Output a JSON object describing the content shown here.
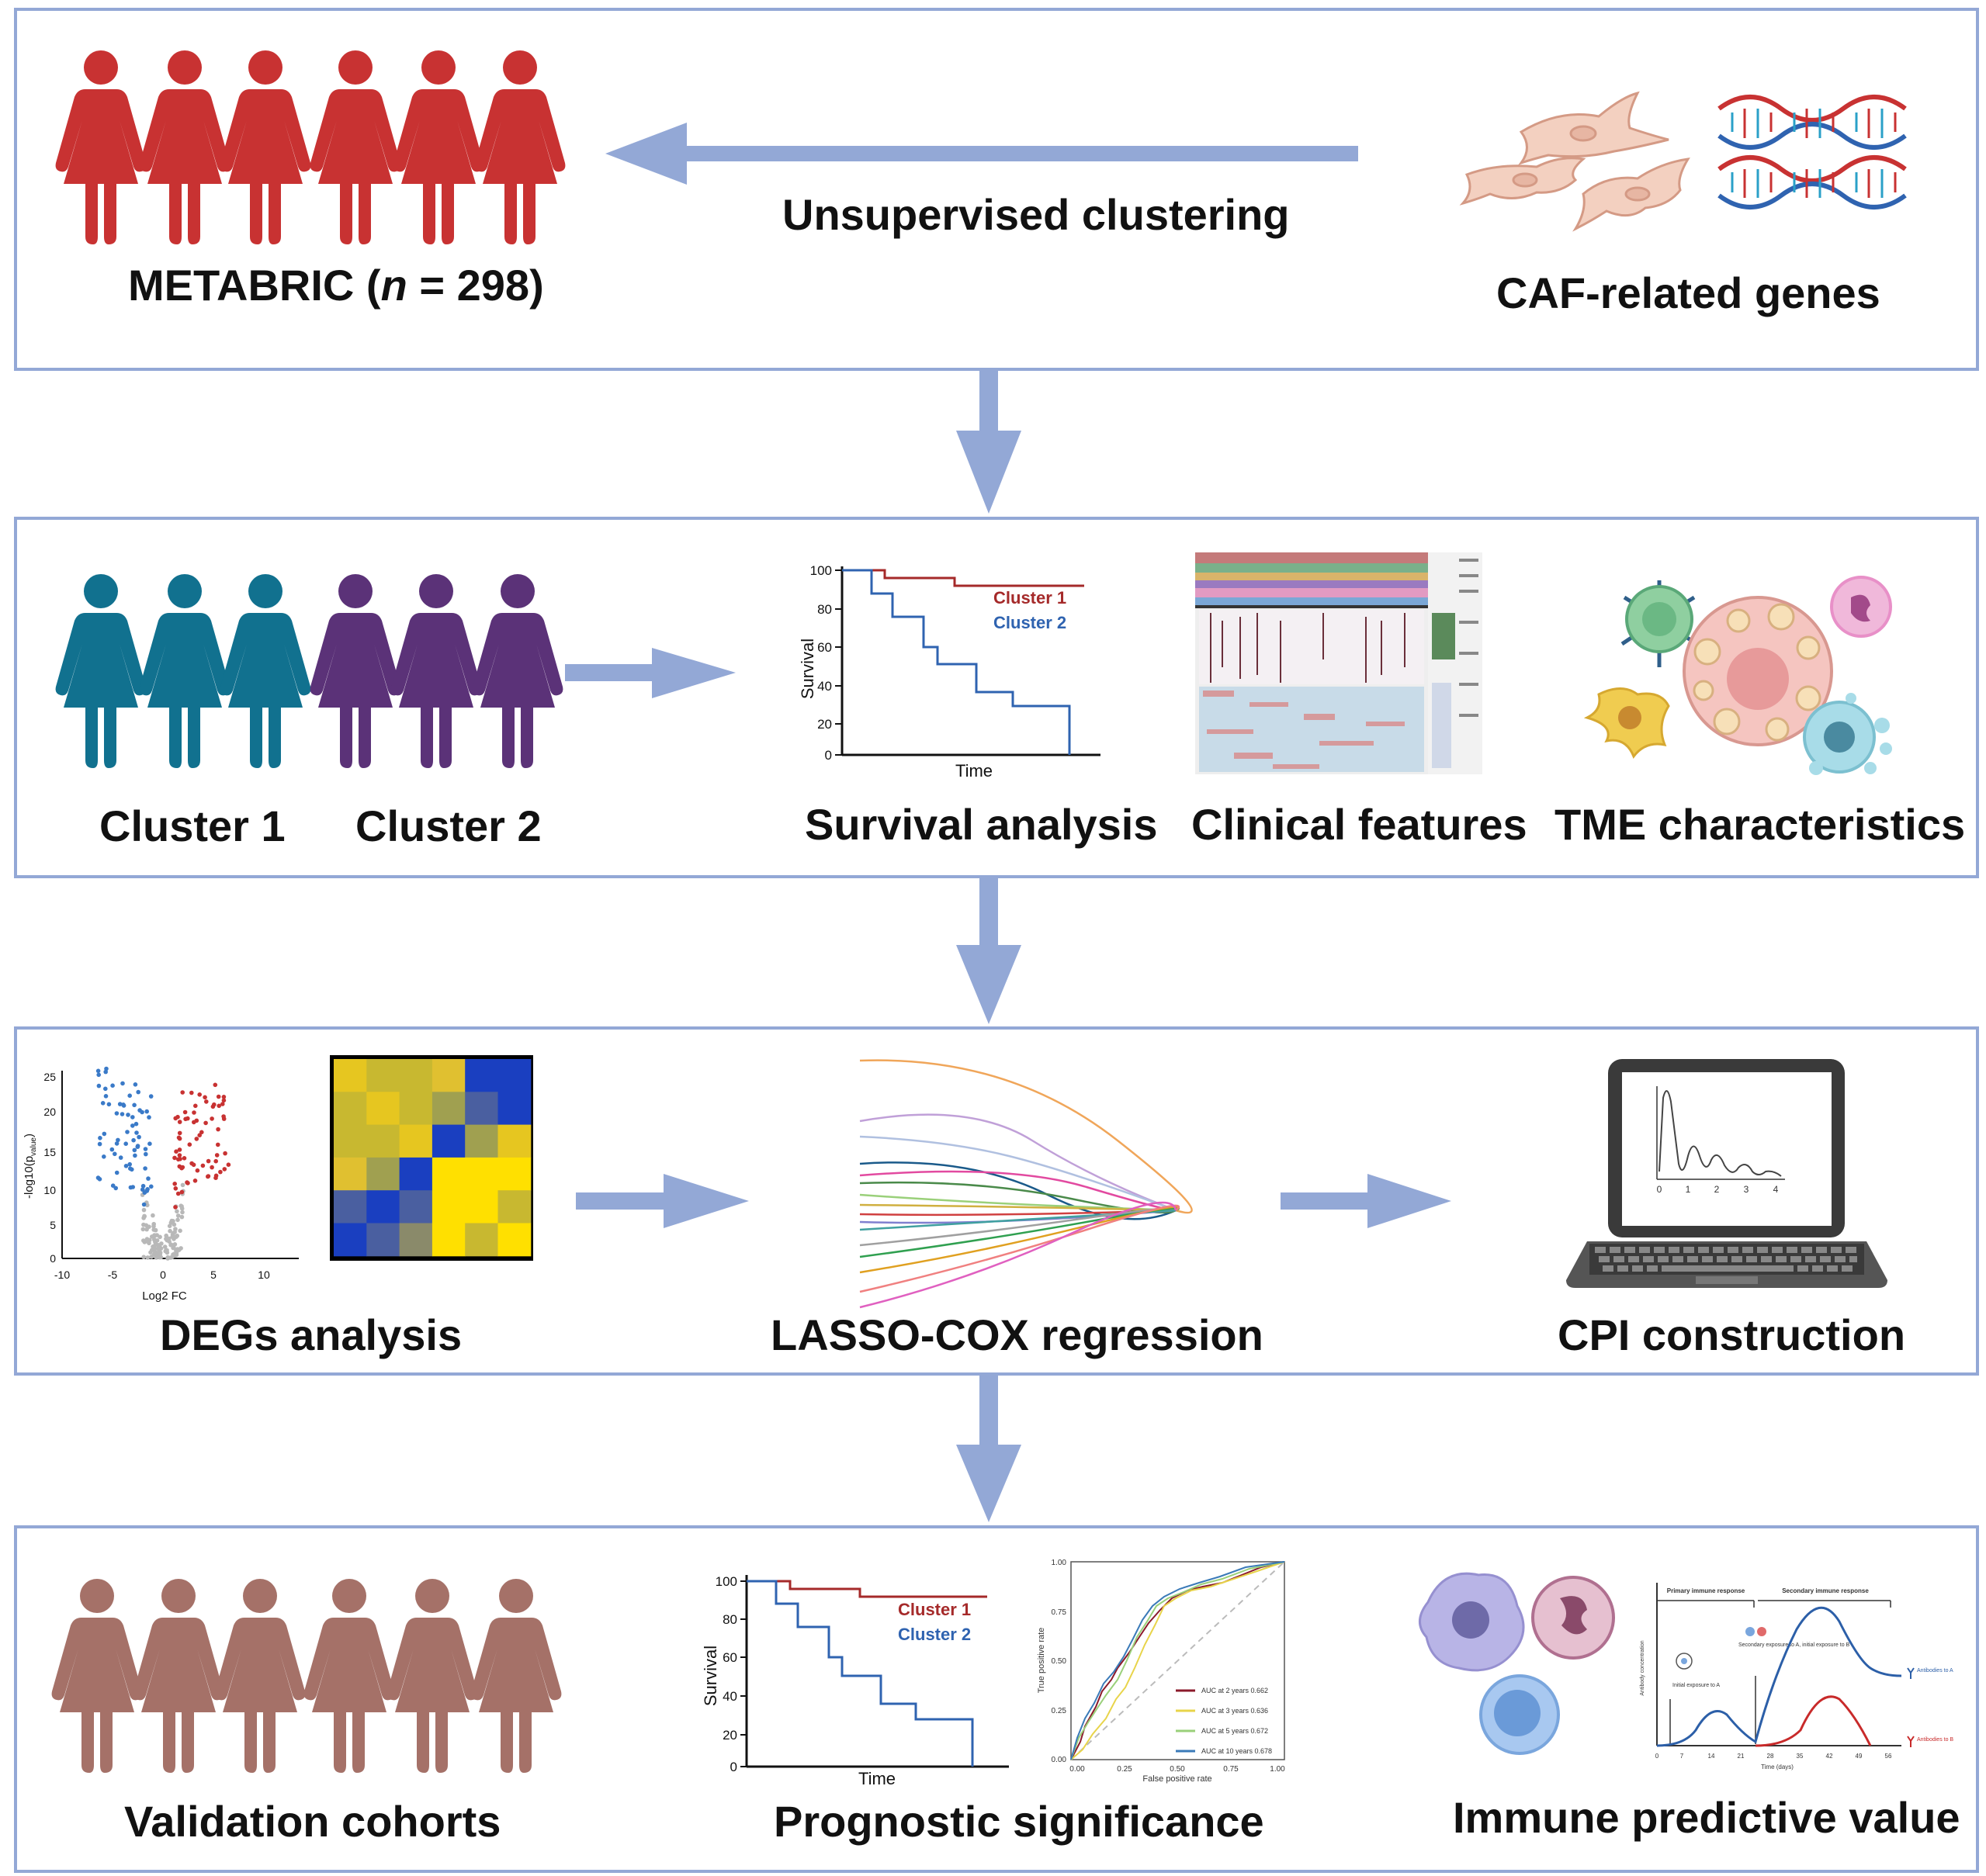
{
  "panel1": {
    "cohort_label_prefix": "METABRIC (",
    "cohort_label_n": "n",
    "cohort_label_suffix": " = 298)",
    "arrow_label": "Unsupervised clustering",
    "genes_label": "CAF-related genes",
    "person_color": "#c83232"
  },
  "panel2": {
    "cluster1_label": "Cluster 1",
    "cluster2_label": "Cluster 2",
    "cluster1_color": "#11718f",
    "cluster2_color": "#5b3278",
    "survival_label": "Survival analysis",
    "clinical_label": "Clinical features",
    "tme_label": "TME characteristics",
    "km": {
      "ylabel": "Survival",
      "xlabel": "Time",
      "yticks": [
        "0",
        "20",
        "40",
        "60",
        "80",
        "100"
      ],
      "legend": [
        "Cluster 1",
        "Cluster 2"
      ],
      "colors": [
        "#a52a2a",
        "#2f63b0"
      ]
    }
  },
  "panel3": {
    "degs_label": "DEGs analysis",
    "lasso_label": "LASSO-COX regression",
    "cpi_label": "CPI construction",
    "volcano": {
      "ylabel": "-log10(p",
      "ylabel_sub": "value",
      "ylabel_end": ")",
      "xlabel": "Log2 FC",
      "xticks": [
        "-10",
        "-5",
        "0",
        "5",
        "10"
      ],
      "yticks": [
        "0",
        "5",
        "10",
        "15",
        "20",
        "25"
      ]
    },
    "laptop_ticks": [
      "0",
      "1",
      "2",
      "3",
      "4"
    ]
  },
  "panel4": {
    "validation_label": "Validation cohorts",
    "prognostic_label": "Prognostic significance",
    "immune_label": "Immune predictive value",
    "person_color": "#a57168",
    "km": {
      "ylabel": "Survival",
      "xlabel": "Time",
      "yticks": [
        "0",
        "20",
        "40",
        "60",
        "80",
        "100"
      ],
      "legend": [
        "Cluster 1",
        "Cluster 2"
      ]
    },
    "roc": {
      "ylabel": "True positive rate",
      "xlabel": "False positive rate",
      "ticks": [
        "0.00",
        "0.25",
        "0.50",
        "0.75",
        "1.00"
      ],
      "legend": [
        "AUC at 2 years 0.662",
        "AUC at 3 years 0.636",
        "AUC at 5 years 0.672",
        "AUC at 10 years 0.678"
      ],
      "colors": [
        "#8b1a2b",
        "#e8d44a",
        "#9ad07a",
        "#3a7ab8"
      ]
    },
    "antibody": {
      "primary": "Primary immune response",
      "secondary": "Secondary immune response",
      "initial": "Initial exposure to A",
      "second_exp": "Secondary exposure to A, initial exposure to B",
      "ylabel": "Antibody concentration",
      "xlabel": "Time (days)",
      "xticks": [
        "0",
        "7",
        "14",
        "21",
        "28",
        "35",
        "42",
        "49",
        "56"
      ],
      "ab_a": "Antibodies to A",
      "ab_b": "Antibodies to B"
    }
  }
}
